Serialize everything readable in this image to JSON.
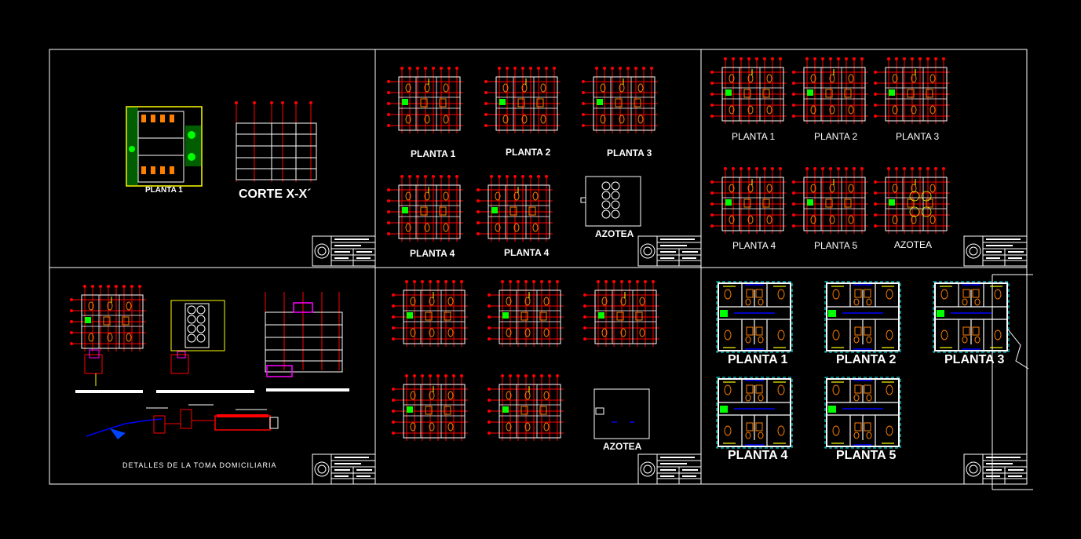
{
  "sheet1": {
    "planta": "PLANTA 1",
    "corte": "CORTE X-X´"
  },
  "sheet2": {
    "p1": "PLANTA 1",
    "p2": "PLANTA 2",
    "p3": "PLANTA 3",
    "p4a": "PLANTA 4",
    "p4b": "PLANTA 4",
    "azotea": "AZOTEA"
  },
  "sheet3": {
    "p1": "PLANTA 1",
    "p2": "PLANTA 2",
    "p3": "PLANTA 3",
    "p4": "PLANTA 4",
    "p5": "PLANTA 5",
    "azotea": "AZOTEA"
  },
  "sheet4": {
    "detalle": "DETALLES DE LA TOMA DOMICILIARIA"
  },
  "sheet5": {
    "azotea": "AZOTEA"
  },
  "sheet6": {
    "p1": "PLANTA 1",
    "p2": "PLANTA 2",
    "p3": "PLANTA 3",
    "p4": "PLANTA 4",
    "p5": "PLANTA 5"
  },
  "colors": {
    "background": "#000000",
    "frame": "#ffffff",
    "axis": "#ff0000",
    "wall": "#ffffff",
    "fixture": "#ff7f00",
    "green": "#00ff00",
    "yellow": "#ffff00",
    "blue": "#0000ff",
    "magenta": "#ff00ff",
    "cyan": "#00ffff"
  }
}
